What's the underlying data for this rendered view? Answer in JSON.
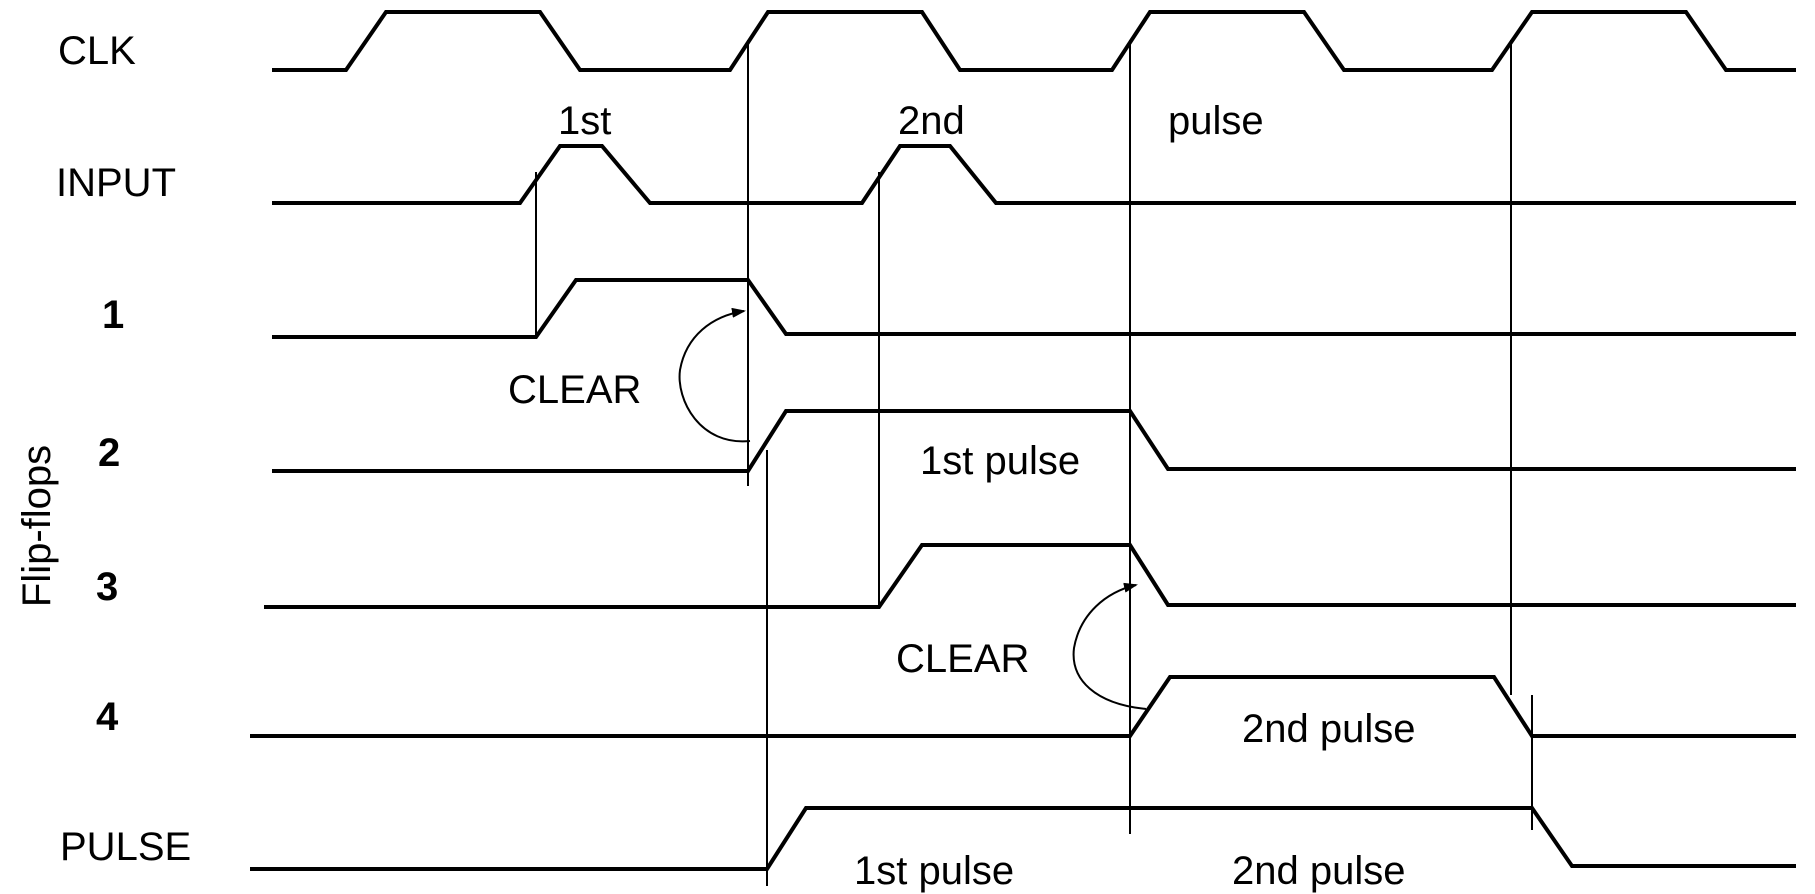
{
  "signals": {
    "clk": "CLK",
    "input": "INPUT",
    "ff1": "1",
    "ff2": "2",
    "ff3": "3",
    "ff4": "4",
    "pulse": "PULSE"
  },
  "group_label": "Flip-flops",
  "annotations": {
    "input_first": "1st",
    "input_second": "2nd",
    "input_pulse": "pulse",
    "clear_top": "CLEAR",
    "clear_bottom": "CLEAR",
    "ff2_pulse": "1st pulse",
    "ff4_pulse": "2nd pulse",
    "out_first": "1st pulse",
    "out_second": "2nd pulse"
  }
}
